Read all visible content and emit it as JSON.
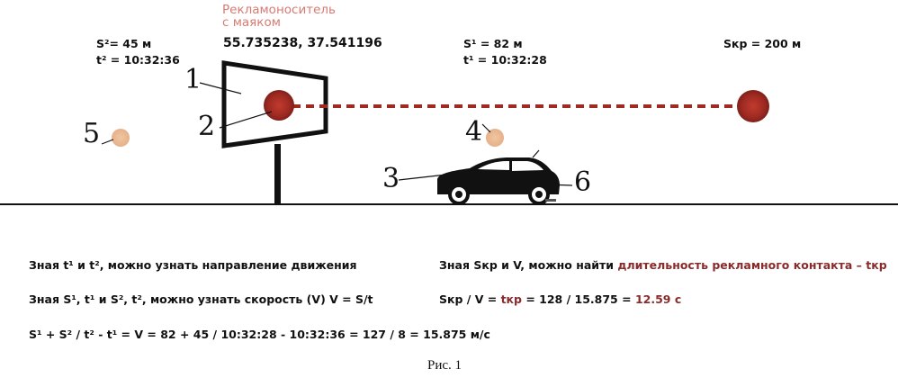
{
  "billboard": {
    "caption_line1": "Рекламоноситель",
    "caption_line2": "с маяком",
    "coords": "55.735238, 37.541196"
  },
  "points": {
    "s2_label": "S²= 45 м",
    "t2_label": "t² = 10:32:36",
    "s1_label": "S¹ = 82 м",
    "t1_label": "t¹ = 10:32:28",
    "skr_label": "Sкр = 200 м"
  },
  "numbers": [
    "1",
    "2",
    "3",
    "4",
    "5",
    "6"
  ],
  "text": {
    "line1": "Зная t¹ и t², можно узнать направление движения",
    "line2": "Зная S¹, t¹ и S², t², можно узнать скорость (V)    V = S/t",
    "line3": "S¹ + S² / t² - t¹ = V = 82 + 45 / 10:32:28 - 10:32:36 = 127 / 8 = 15.875 м/с",
    "right1_prefix": "Зная Sкр и V, можно найти ",
    "right1_accent": "длительность рекламного контакта – tкр",
    "right2_prefix": "Sкр / V = ",
    "right2_tkr": "tкр",
    "right2_mid": " = 128 / 15.875 = ",
    "right2_result": "12.59 с"
  },
  "figure_caption": "Рис. 1",
  "colors": {
    "accent": "#8a2b2b",
    "beacon": "#a02a22",
    "soft_dot": "#e9b78f",
    "caption_pink": "#d77b72"
  }
}
